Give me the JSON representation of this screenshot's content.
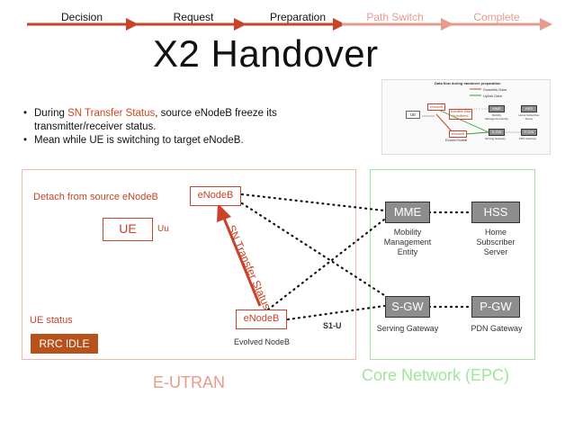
{
  "stages": [
    {
      "label": "Decision",
      "active": true
    },
    {
      "label": "Request",
      "active": true
    },
    {
      "label": "Preparation",
      "active": true
    },
    {
      "label": "Path Switch",
      "active": false
    },
    {
      "label": "Complete",
      "active": false
    }
  ],
  "title": "X2 Handover",
  "bullets": [
    {
      "pre": "During ",
      "highlight": "SN Transfer Status",
      "post": ", source eNodeB freeze its"
    },
    {
      "pre": "transmitter/receiver status.",
      "highlight": "",
      "post": ""
    },
    {
      "pre": "Mean while UE is switching to target eNodeB.",
      "highlight": "",
      "post": ""
    }
  ],
  "thumbnail": {
    "heading": "Data flow during handover preparation",
    "legend_downlink": "Downlink Data",
    "legend_uplink": "Uplink Data",
    "ue": "UE",
    "enodeb_top": "eNodeB",
    "enodeb_bottom": "eNodeB",
    "buffer_note": "Downlink Data to buffered",
    "mme": "MME",
    "hss": "HSS",
    "sgw": "S-GW",
    "pgw": "P-GW",
    "mme_sub": "Mobility Management Entity",
    "hss_sub": "Home Subscriber Server",
    "sgw_sub": "Serving Gateway",
    "pgw_sub": "PDN Gateway",
    "enb_sub": "Evolved NodeB"
  },
  "eutran": {
    "region_label": "E-UTRAN",
    "detach_label": "Detach from source eNodeB",
    "source_enodeb": "eNodeB",
    "ue": "UE",
    "uu": "Uu",
    "transfer_label": "SN Transfer Status",
    "target_enodeb": "eNodeB",
    "target_sub": "Evolved NodeB",
    "ue_status_label": "UE status",
    "rrc_state": "RRC IDLE",
    "s1u": "S1-U"
  },
  "core": {
    "region_label": "Core Network (EPC)",
    "mme": "MME",
    "mme_sub": "Mobility Management Entity",
    "hss": "HSS",
    "hss_sub": "Home Subscriber Server",
    "sgw": "S-GW",
    "sgw_sub": "Serving Gateway",
    "pgw": "P-GW",
    "pgw_sub": "PDN Gateway"
  },
  "colors": {
    "accent": "#c9432a",
    "accent_faded": "#e89a8c",
    "eutran_border": "#f2b8aa",
    "epc_border": "#9ee79a",
    "node_grey": "#8d8d8d",
    "rrc_fill": "#b8521d"
  }
}
